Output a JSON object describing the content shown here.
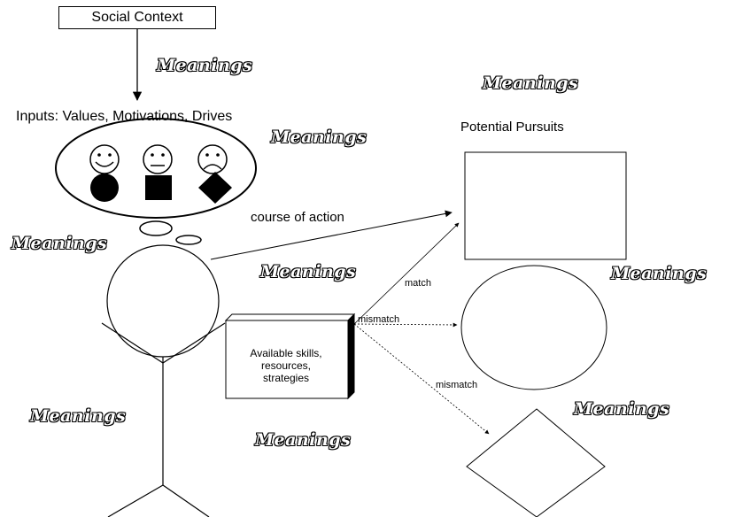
{
  "social_context": "Social Context",
  "inputs_label": "Inputs: Values, Motivations, Drives",
  "potential_pursuits": "Potential Pursuits",
  "course_of_action": "course of action",
  "skills": {
    "line1": "Available skills,",
    "line2": "resources,",
    "line3": "strategies"
  },
  "edges": {
    "match": "match",
    "mismatch_1": "mismatch",
    "mismatch_2": "mismatch"
  },
  "meanings": [
    "Meanings",
    "Meanings",
    "Meanings",
    "Meanings",
    "Meanings",
    "Meanings",
    "Meanings",
    "Meanings",
    "Meanings"
  ]
}
